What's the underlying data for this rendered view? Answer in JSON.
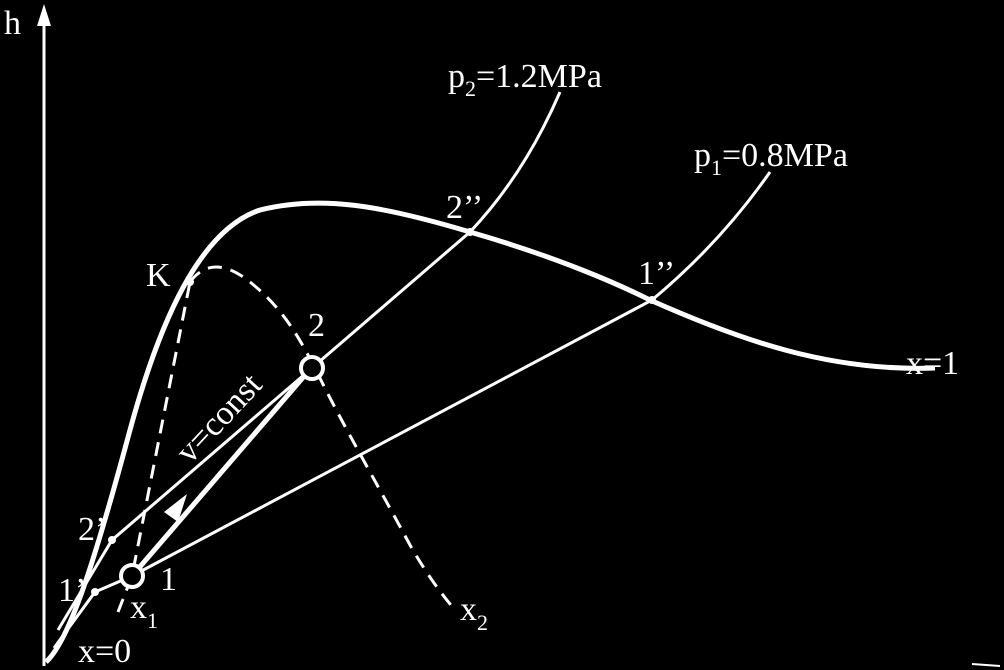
{
  "colors": {
    "background": "#000000",
    "foreground": "#ffffff"
  },
  "axes": {
    "y_label": "h"
  },
  "labels": {
    "p2_prefix": "p",
    "p2_sub": "2",
    "p2_value": "=1.2MPa",
    "p1_prefix": "p",
    "p1_sub": "1",
    "p1_value": "=0.8MPa",
    "pt_2dd": "2’’",
    "pt_1dd": "1’’",
    "pt_K": "K",
    "pt_2": "2",
    "pt_2p": "2’",
    "pt_1p": "1’",
    "pt_1": "1",
    "x1_prefix": "x",
    "x1_sub": "1",
    "x2_prefix": "x",
    "x2_sub": "2",
    "x0": "x=0",
    "x_eq_1": "x=1",
    "v_const": "v=const"
  }
}
